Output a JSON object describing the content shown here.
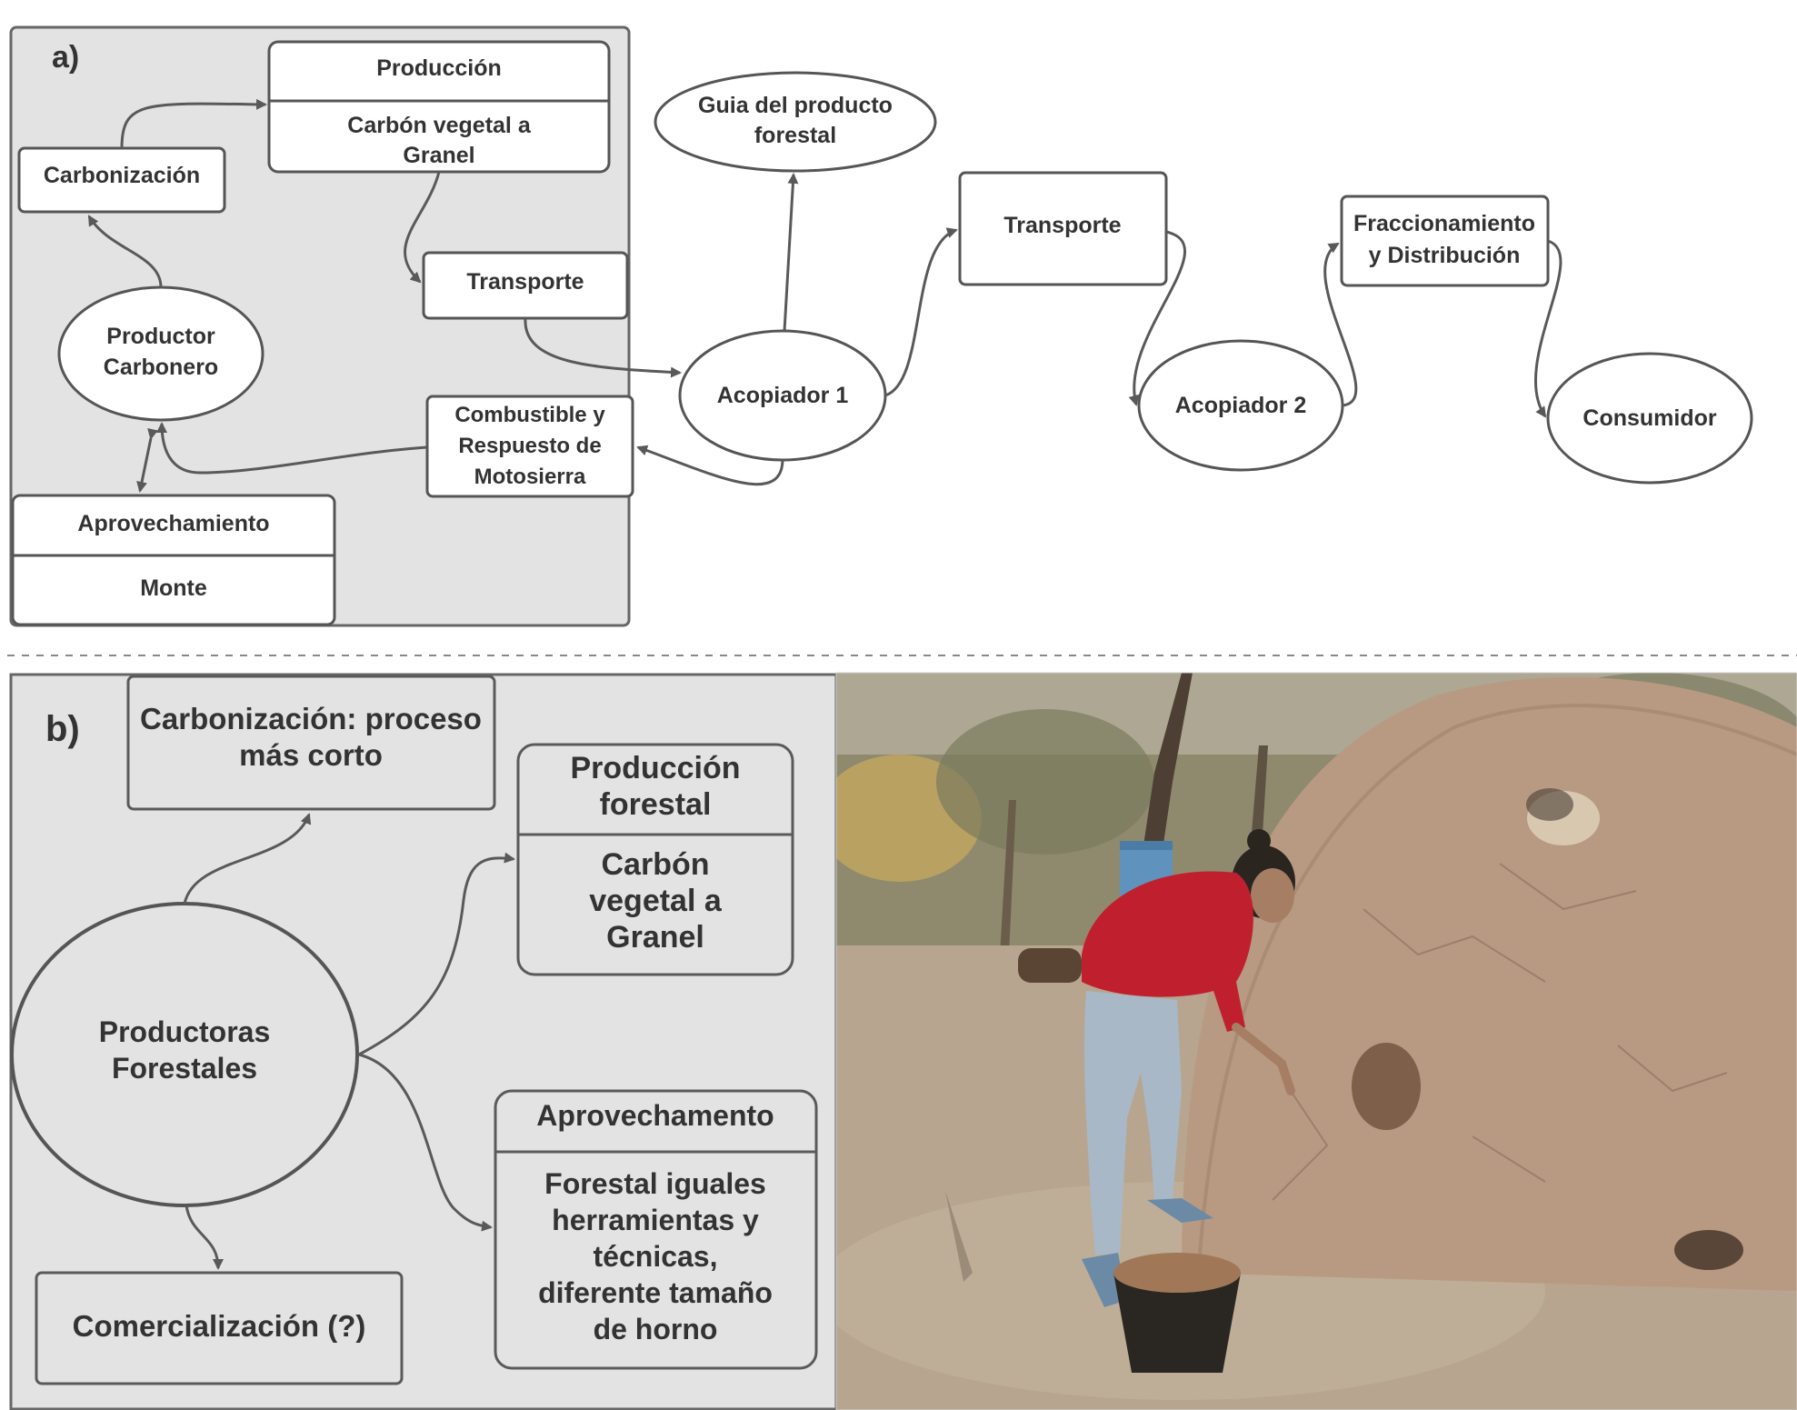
{
  "panel_a": {
    "label": "a)",
    "produccion": {
      "header": "Producción",
      "body_line1": "Carbón vegetal a",
      "body_line2": "Granel"
    },
    "carbonizacion": "Carbonización",
    "transporte_inner": "Transporte",
    "productor": {
      "line1": "Productor",
      "line2": "Carbonero"
    },
    "combustible": {
      "line1": "Combustible y",
      "line2": "Respuesto de",
      "line3": "Motosierra"
    },
    "aprovechamiento": {
      "header": "Aprovechamiento",
      "body": "Monte"
    },
    "guia": {
      "line1": "Guia del producto",
      "line2": "forestal"
    },
    "acopiador1": "Acopiador 1",
    "transporte_outer": "Transporte",
    "acopiador2": "Acopiador 2",
    "fraccionamiento": {
      "line1": "Fraccionamiento",
      "line2": "y Distribución"
    },
    "consumidor": "Consumidor"
  },
  "panel_b": {
    "label": "b)",
    "carbonizacion": {
      "line1": "Carbonización: proceso",
      "line2": "más corto"
    },
    "produccion": {
      "header_line1": "Producción",
      "header_line2": "forestal",
      "body_line1": "Carbón",
      "body_line2": "vegetal a",
      "body_line3": "Granel"
    },
    "productoras": {
      "line1": "Productoras",
      "line2": "Forestales"
    },
    "aprovechamento": {
      "header": "Aprovechamento",
      "body_line1": "Forestal iguales",
      "body_line2": "herramientas y",
      "body_line3": "técnicas,",
      "body_line4": "diferente tamaño",
      "body_line5": "de horno"
    },
    "comercializacion": "Comercialización (?)"
  },
  "colors": {
    "panel_bg": "#e3e3e3",
    "stroke": "#555555",
    "text": "#333333",
    "shirt": "#c0202e",
    "kiln": "#b89a82"
  }
}
